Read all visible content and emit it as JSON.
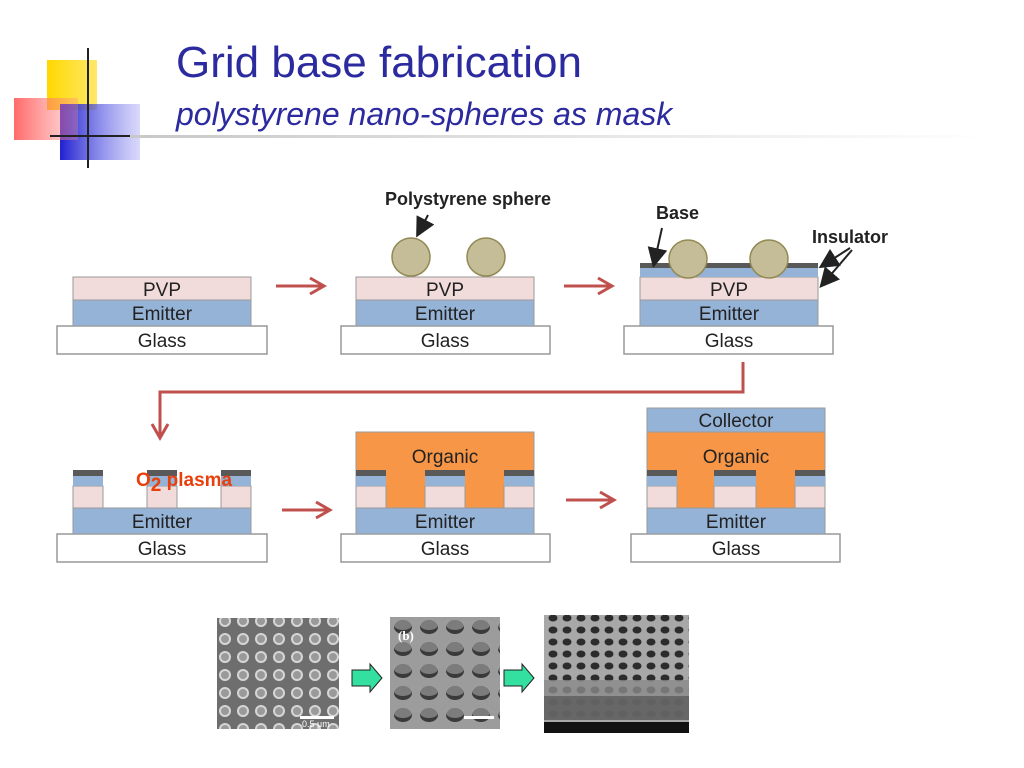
{
  "slide": {
    "title": "Grid base fabrication",
    "subtitle": "polystyrene nano-spheres as mask"
  },
  "diagram": {
    "layers": {
      "pvp": "PVP",
      "emitter": "Emitter",
      "glass": "Glass",
      "organic": "Organic",
      "collector": "Collector"
    },
    "callouts": {
      "sphere": "Polystyrene sphere",
      "base": "Base",
      "insulator": "Insulator"
    },
    "plasma": {
      "o": "O",
      "sub": "2",
      "rest": " plasma"
    },
    "micrograph_labels": {
      "scale_bar": "0.5 μm",
      "panel": "(b)"
    },
    "colors": {
      "pvp": "#F2DCDB",
      "emitter": "#95B3D7",
      "glass": "#FFFFFF",
      "organic": "#F79646",
      "sphere": "#C4BD97",
      "insulator": "#595959",
      "arrow": "#C0504D",
      "title": "#2B2B9F"
    }
  }
}
